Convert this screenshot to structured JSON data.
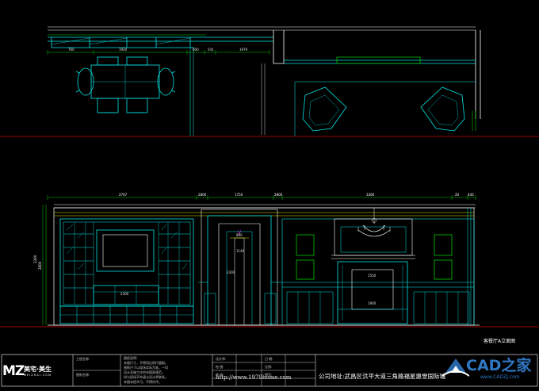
{
  "drawing": {
    "colors": {
      "background": "#000000",
      "cyan": "#00e5e5",
      "green": "#00c800",
      "white": "#ffffff",
      "red": "#d00000",
      "yellow": "#e6e600",
      "magenta": "#ff33ff"
    },
    "plan_dimensions": [
      "760",
      "1920",
      "600",
      "541",
      "1979"
    ],
    "elevation_dimensions": {
      "top": [
        "2767",
        "2800",
        "1750",
        "2800",
        "3360",
        "20",
        "440"
      ],
      "inner": [
        "2300",
        "800",
        "1140",
        "2300",
        "1550",
        "1900"
      ],
      "left": [
        "3300",
        "2800"
      ]
    },
    "view_title": "客餐厅A立面图"
  },
  "title_block": {
    "logo_main": "MZ",
    "logo_cn": "美宅·美生",
    "logo_en": "MEIZHAI.COM",
    "project_label": "工程名称:",
    "drawing_label": "图纸名称:",
    "note_label": "图纸说明:",
    "notes": [
      "本图尺寸，不得用比例尺量取。",
      "图纸尺寸以现场实际为准，一切",
      "设计及施工应符合国家规范，",
      "如与现场不符请与设计师联系。",
      "本图未经许可，不得外传。"
    ],
    "design_label": "设计师:",
    "draw_label": "绘 图:",
    "check_label": "审 核:",
    "date_label": "日 期:",
    "scale_label": "比例:",
    "sheet_label": "图号:",
    "url": "http://www.1979home.com",
    "address": "公司地址:武昌区洪平大道三角路福星惠誉国际城"
  },
  "watermark": {
    "brand": "CAD之家",
    "site": "www.CADZJ.com"
  }
}
